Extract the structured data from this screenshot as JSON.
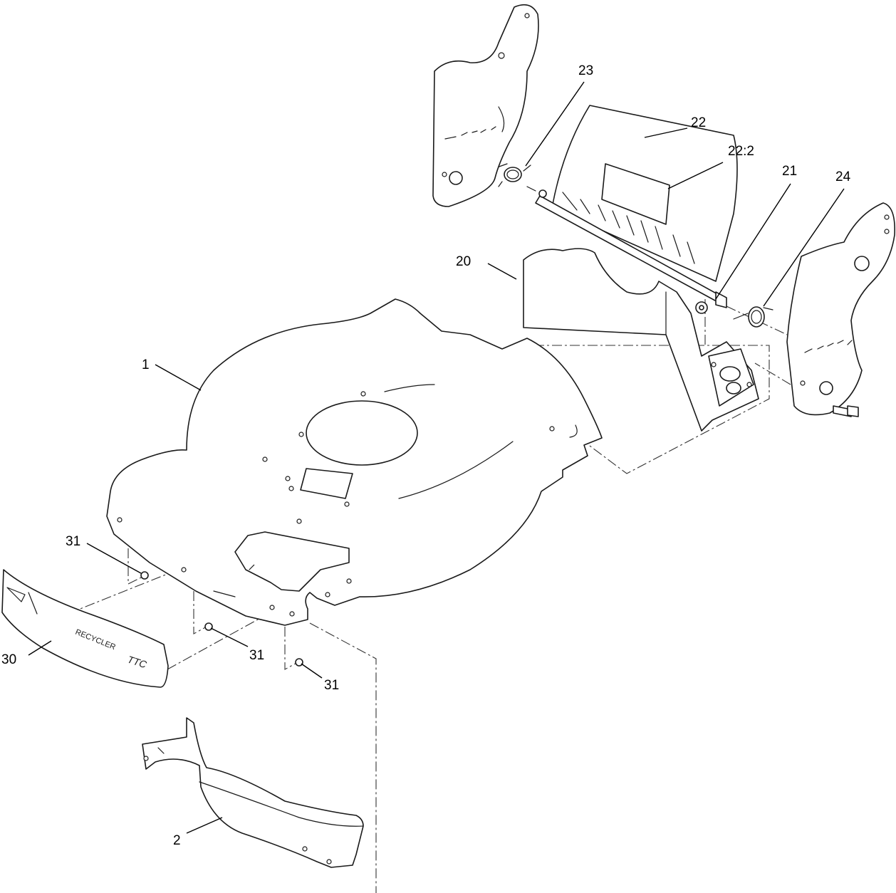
{
  "callouts": {
    "c1": "1",
    "c2": "2",
    "c20": "20",
    "c21": "21",
    "c22": "22",
    "c22_2": "22:2",
    "c23": "23",
    "c24": "24",
    "c30": "30",
    "c31a": "31",
    "c31b": "31",
    "c31c": "31"
  },
  "parts_text": {
    "front_bumper_brand": "RECYCLER",
    "front_bumper_emblem": "TTC"
  }
}
